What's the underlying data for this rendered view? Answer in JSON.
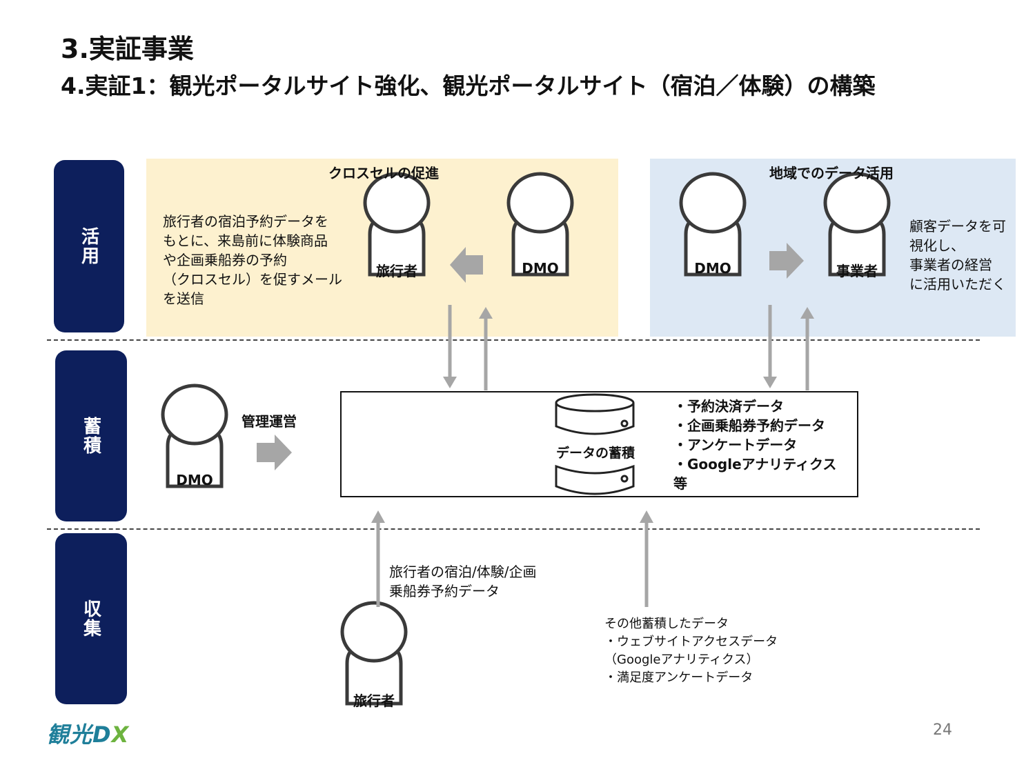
{
  "header": {
    "title": "3.実証事業",
    "subtitle": "4.実証1：観光ポータルサイト強化、観光ポータルサイト（宿泊／体験）の構築"
  },
  "bands": {
    "use": "活用",
    "store": "蓄積",
    "collect": "収集"
  },
  "cross_sell": {
    "title": "クロスセルの促進",
    "description": "旅行者の宿泊予約データを\nもとに、来島前に体験商品\nや企画乗船券の予約\n（クロスセル）を促すメール\nを送信",
    "traveler": "旅行者",
    "dmo": "DMO"
  },
  "regional": {
    "title": "地域でのデータ活用",
    "description": "顧客データを可\n視化し、\n事業者の経営\nに活用いただく",
    "dmo": "DMO",
    "business": "事業者"
  },
  "storage": {
    "dmo": "DMO",
    "manage_label": "管理運営",
    "db_label": "データの蓄積",
    "items": [
      "・予約決済データ",
      "・企画乗船券予約データ",
      "・アンケートデータ",
      "・Googleアナリティクス",
      "等"
    ]
  },
  "collection": {
    "traveler": "旅行者",
    "reservation_data": "旅行者の宿泊/体験/企画\n乗船券予約データ",
    "other_data": "その他蓄積したデータ\n・ウェブサイトアクセスデータ\n（Googleアナリティクス）\n・満足度アンケートデータ"
  },
  "footer": {
    "logo_main": "観光D",
    "logo_x": "X",
    "page_number": "24"
  },
  "colors": {
    "band": "#0d1f5c",
    "cross_sell_bg": "#fdf1cf",
    "regional_bg": "#dde8f4",
    "arrow": "#a6a6a6"
  }
}
